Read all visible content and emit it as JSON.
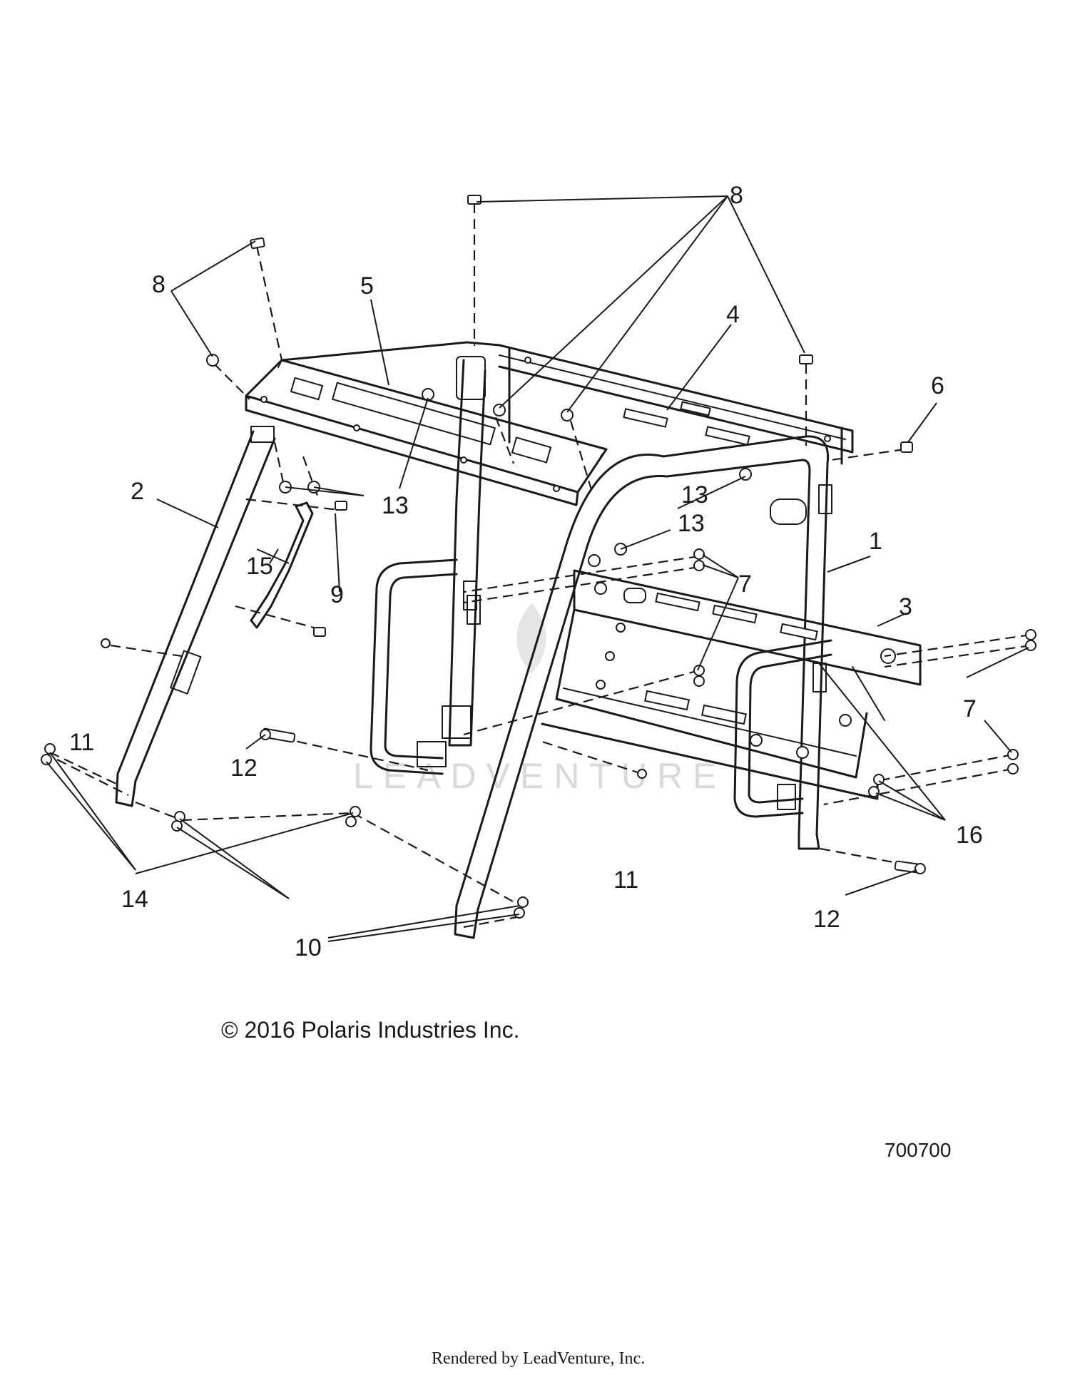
{
  "callouts": [
    "1",
    "2",
    "3",
    "4",
    "5",
    "6",
    "7",
    "7",
    "8",
    "8",
    "9",
    "10",
    "11",
    "11",
    "12",
    "12",
    "13",
    "13",
    "13",
    "14",
    "15",
    "16"
  ],
  "copyright": "© 2016 Polaris Industries Inc.",
  "drawing_number": "700700",
  "watermark": "LEADVENTURE",
  "footer": "Rendered by LeadVenture, Inc."
}
